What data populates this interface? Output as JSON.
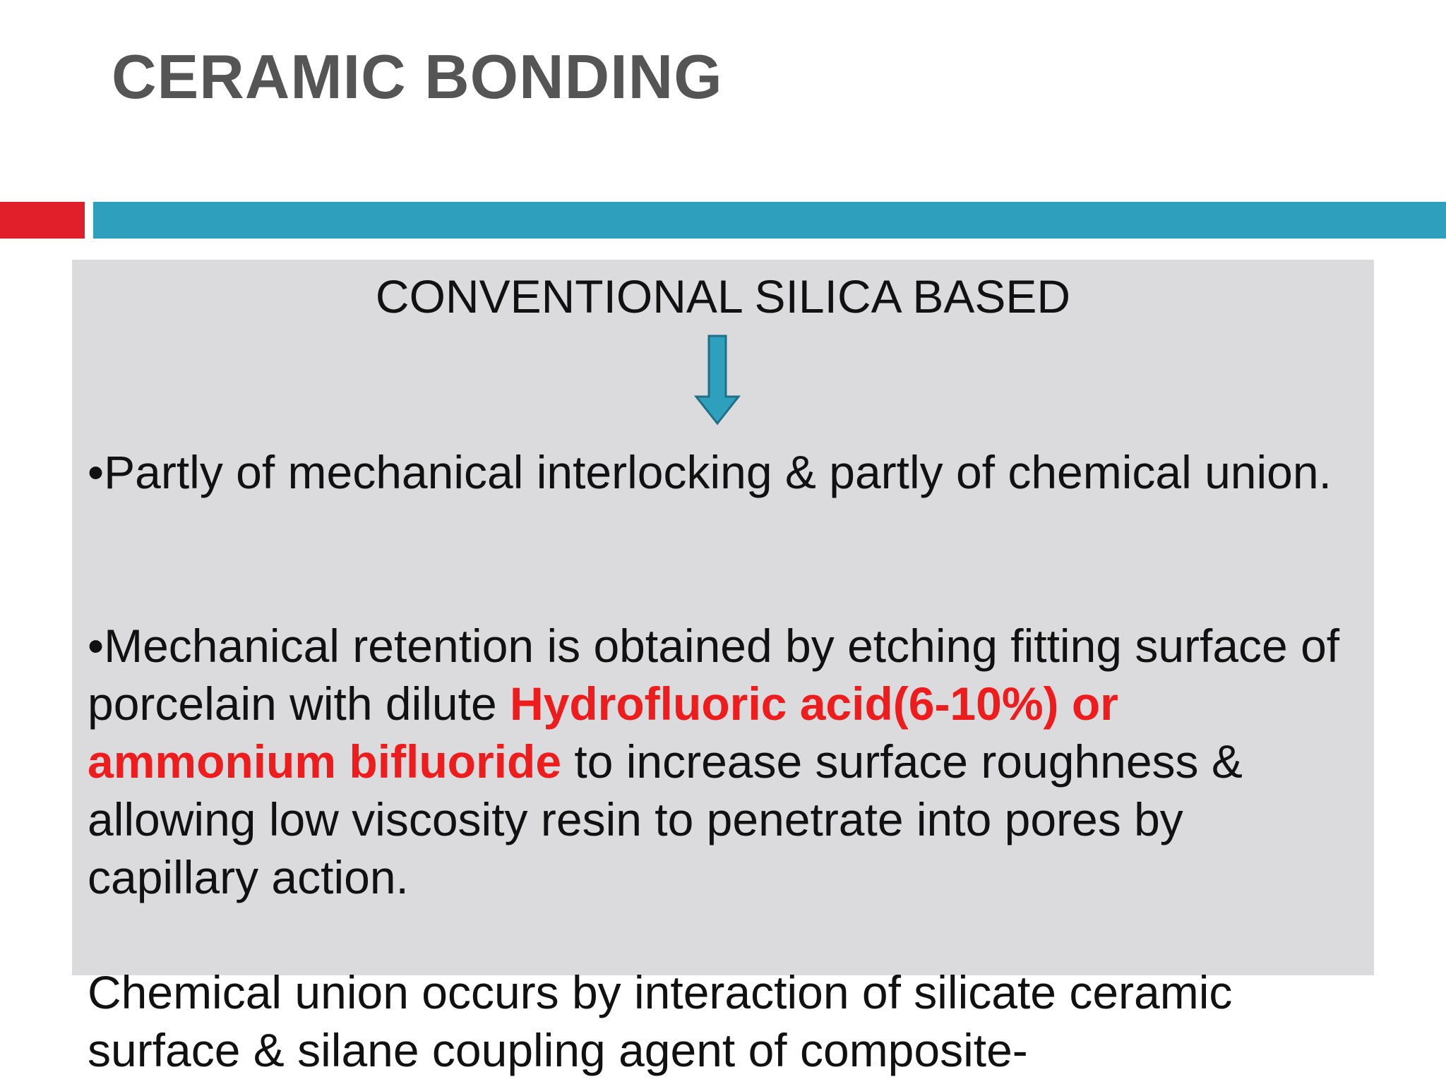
{
  "slide": {
    "title": "CERAMIC BONDING",
    "subtitle": "CONVENTIONAL SILICA BASED",
    "arrow_icon": "down-arrow-icon",
    "colors": {
      "title_text": "#555555",
      "accent_red": "#e01f2b",
      "accent_teal": "#2e9fbd",
      "box_background": "#dbdadc",
      "highlight": "#ee1c1c"
    },
    "point1": {
      "text": "•Partly of mechanical interlocking & partly of chemical union."
    },
    "point2": {
      "before": "•Mechanical retention is obtained by etching fitting surface of porcelain with dilute ",
      "highlight": "Hydrofluoric acid(6-10%) or ammonium bifluoride",
      "after": " to increase surface roughness & allowing low viscosity resin to penetrate into pores by capillary action."
    },
    "point3": {
      "text": "Chemical union occurs by interaction of silicate ceramic surface & silane coupling agent of composite-"
    }
  }
}
